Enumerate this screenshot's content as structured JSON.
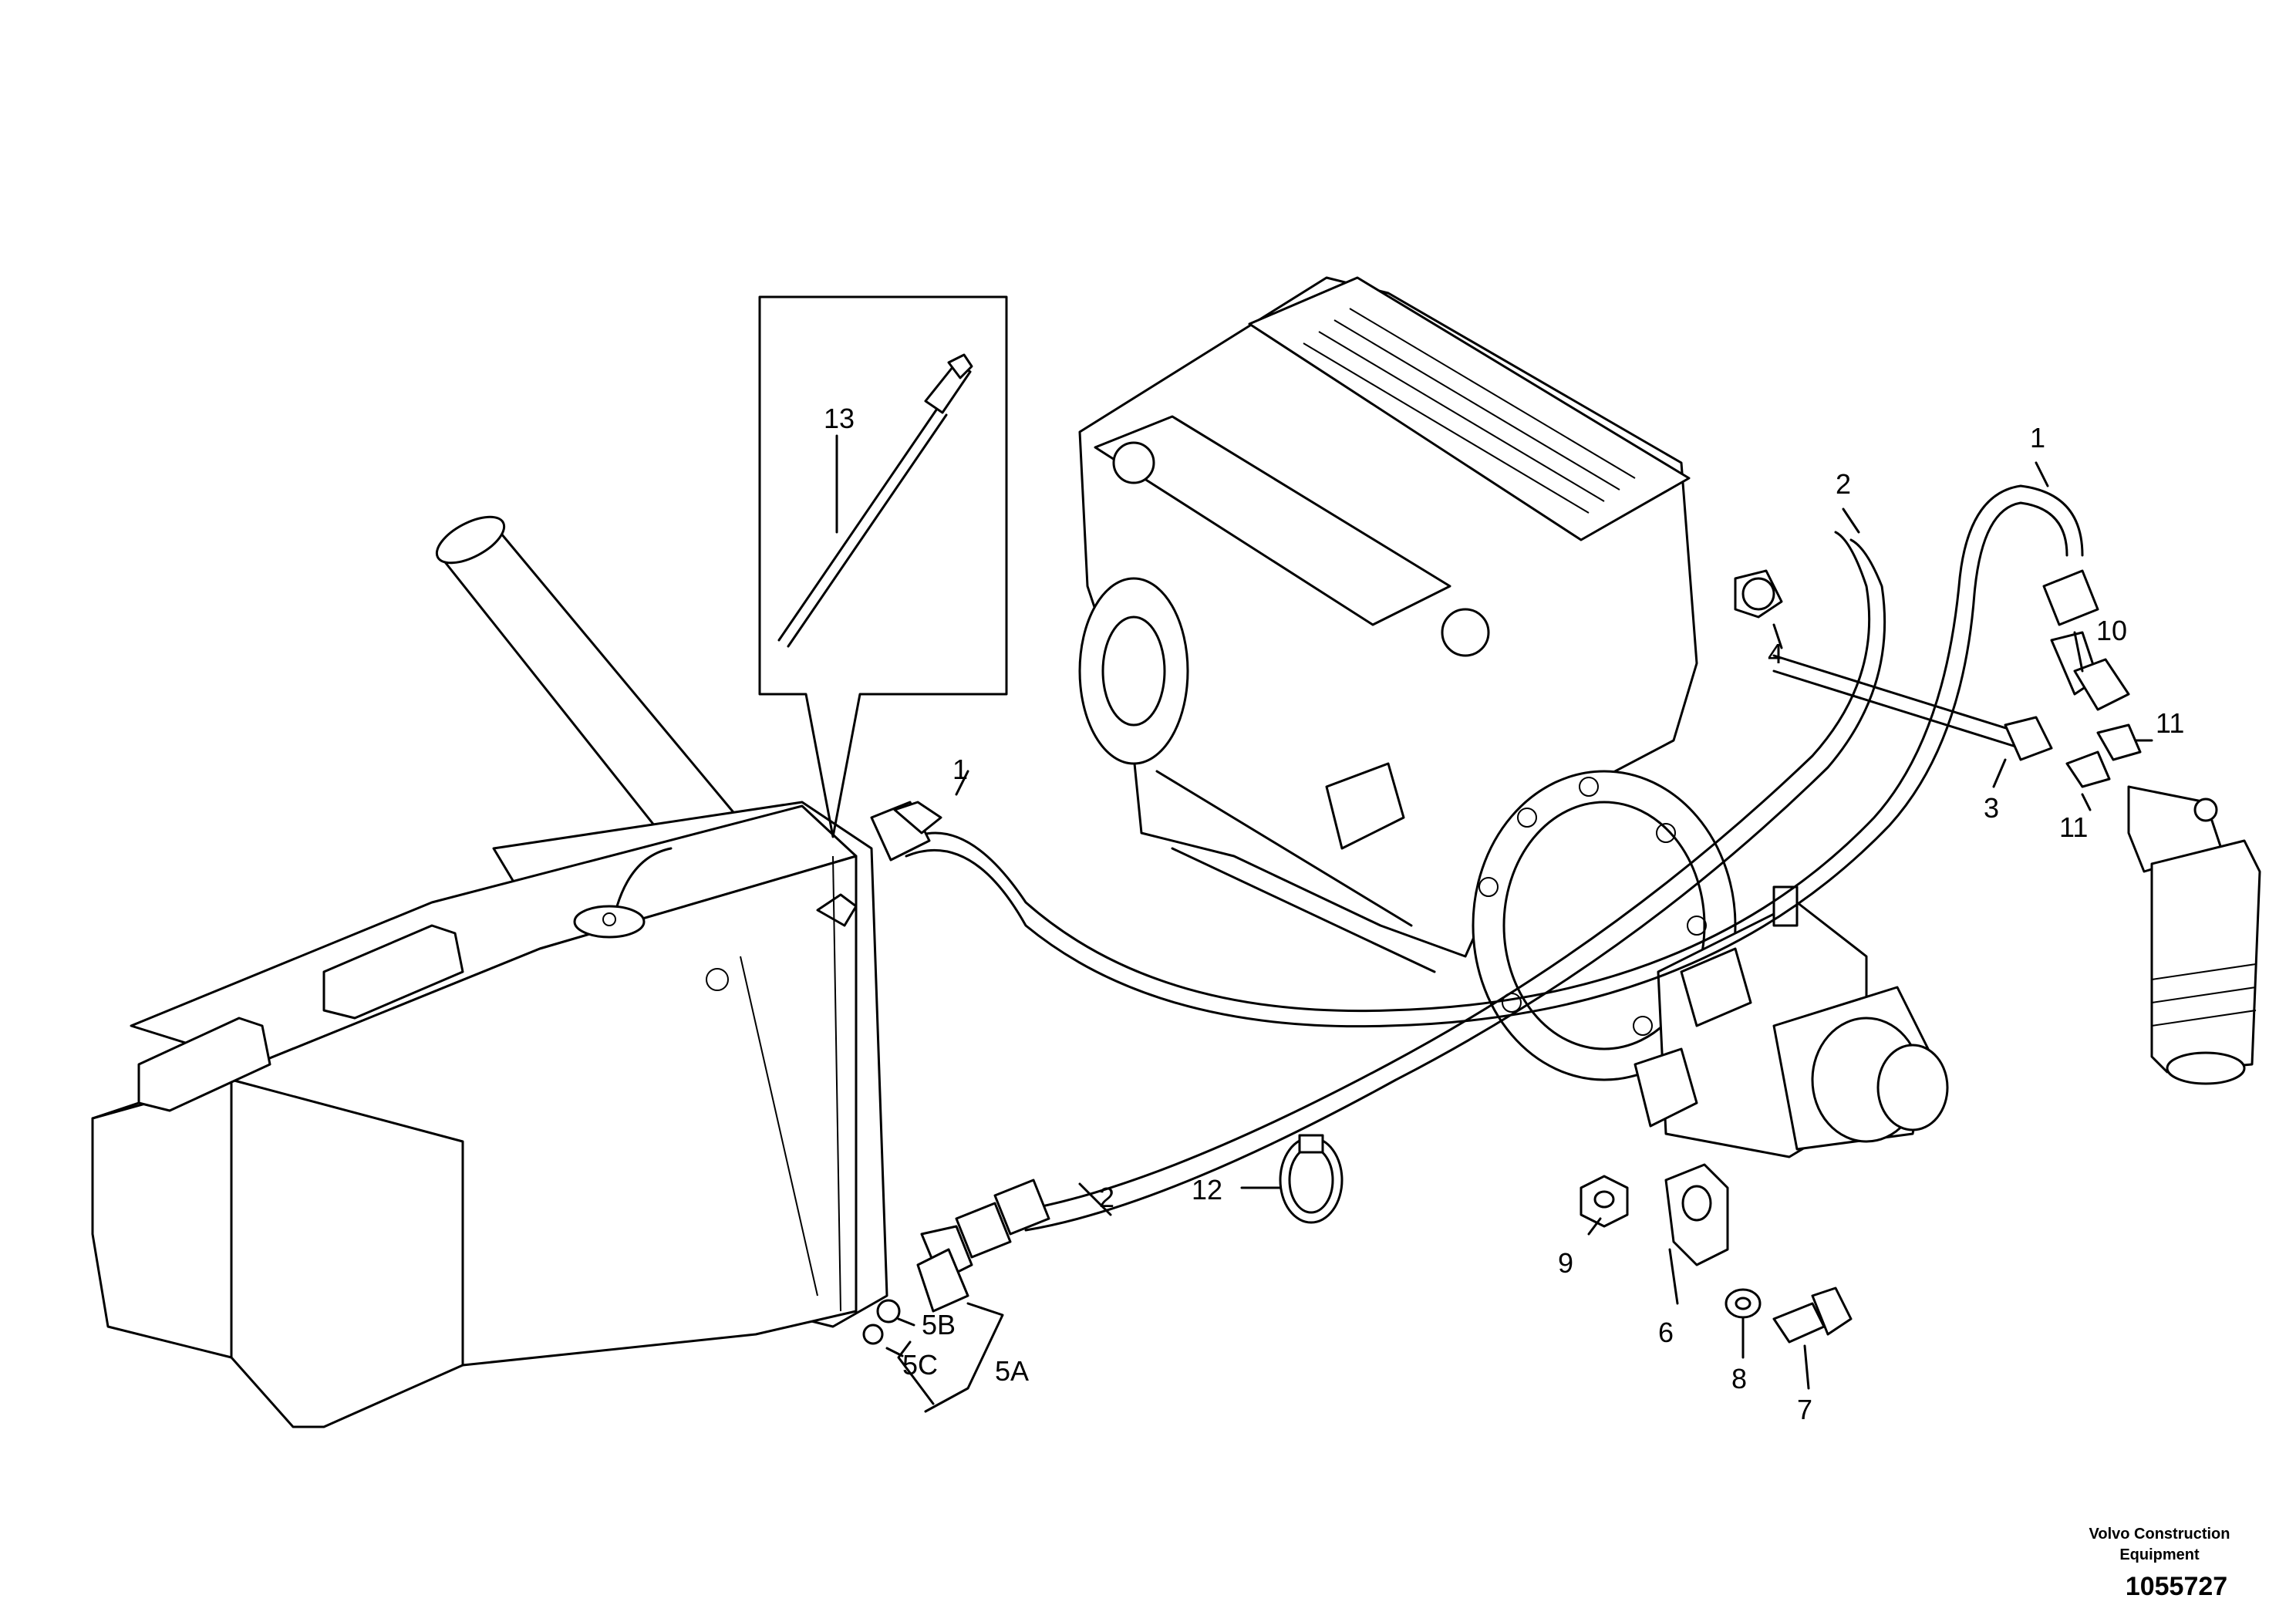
{
  "callouts": {
    "c1_hose_tank": "1",
    "c2_hose_tank": "2",
    "c1_hose_filter": "1",
    "c2_hose_top": "2",
    "c3": "3",
    "c4": "4",
    "c5A": "5A",
    "c5B": "5B",
    "c5C": "5C",
    "c6": "6",
    "c7": "7",
    "c8": "8",
    "c9": "9",
    "c10": "10",
    "c11_upper": "11",
    "c11_lower": "11",
    "c12": "12",
    "c13": "13"
  },
  "caption": {
    "line1": "Volvo Construction",
    "line2": "Equipment",
    "number": "1055727"
  }
}
